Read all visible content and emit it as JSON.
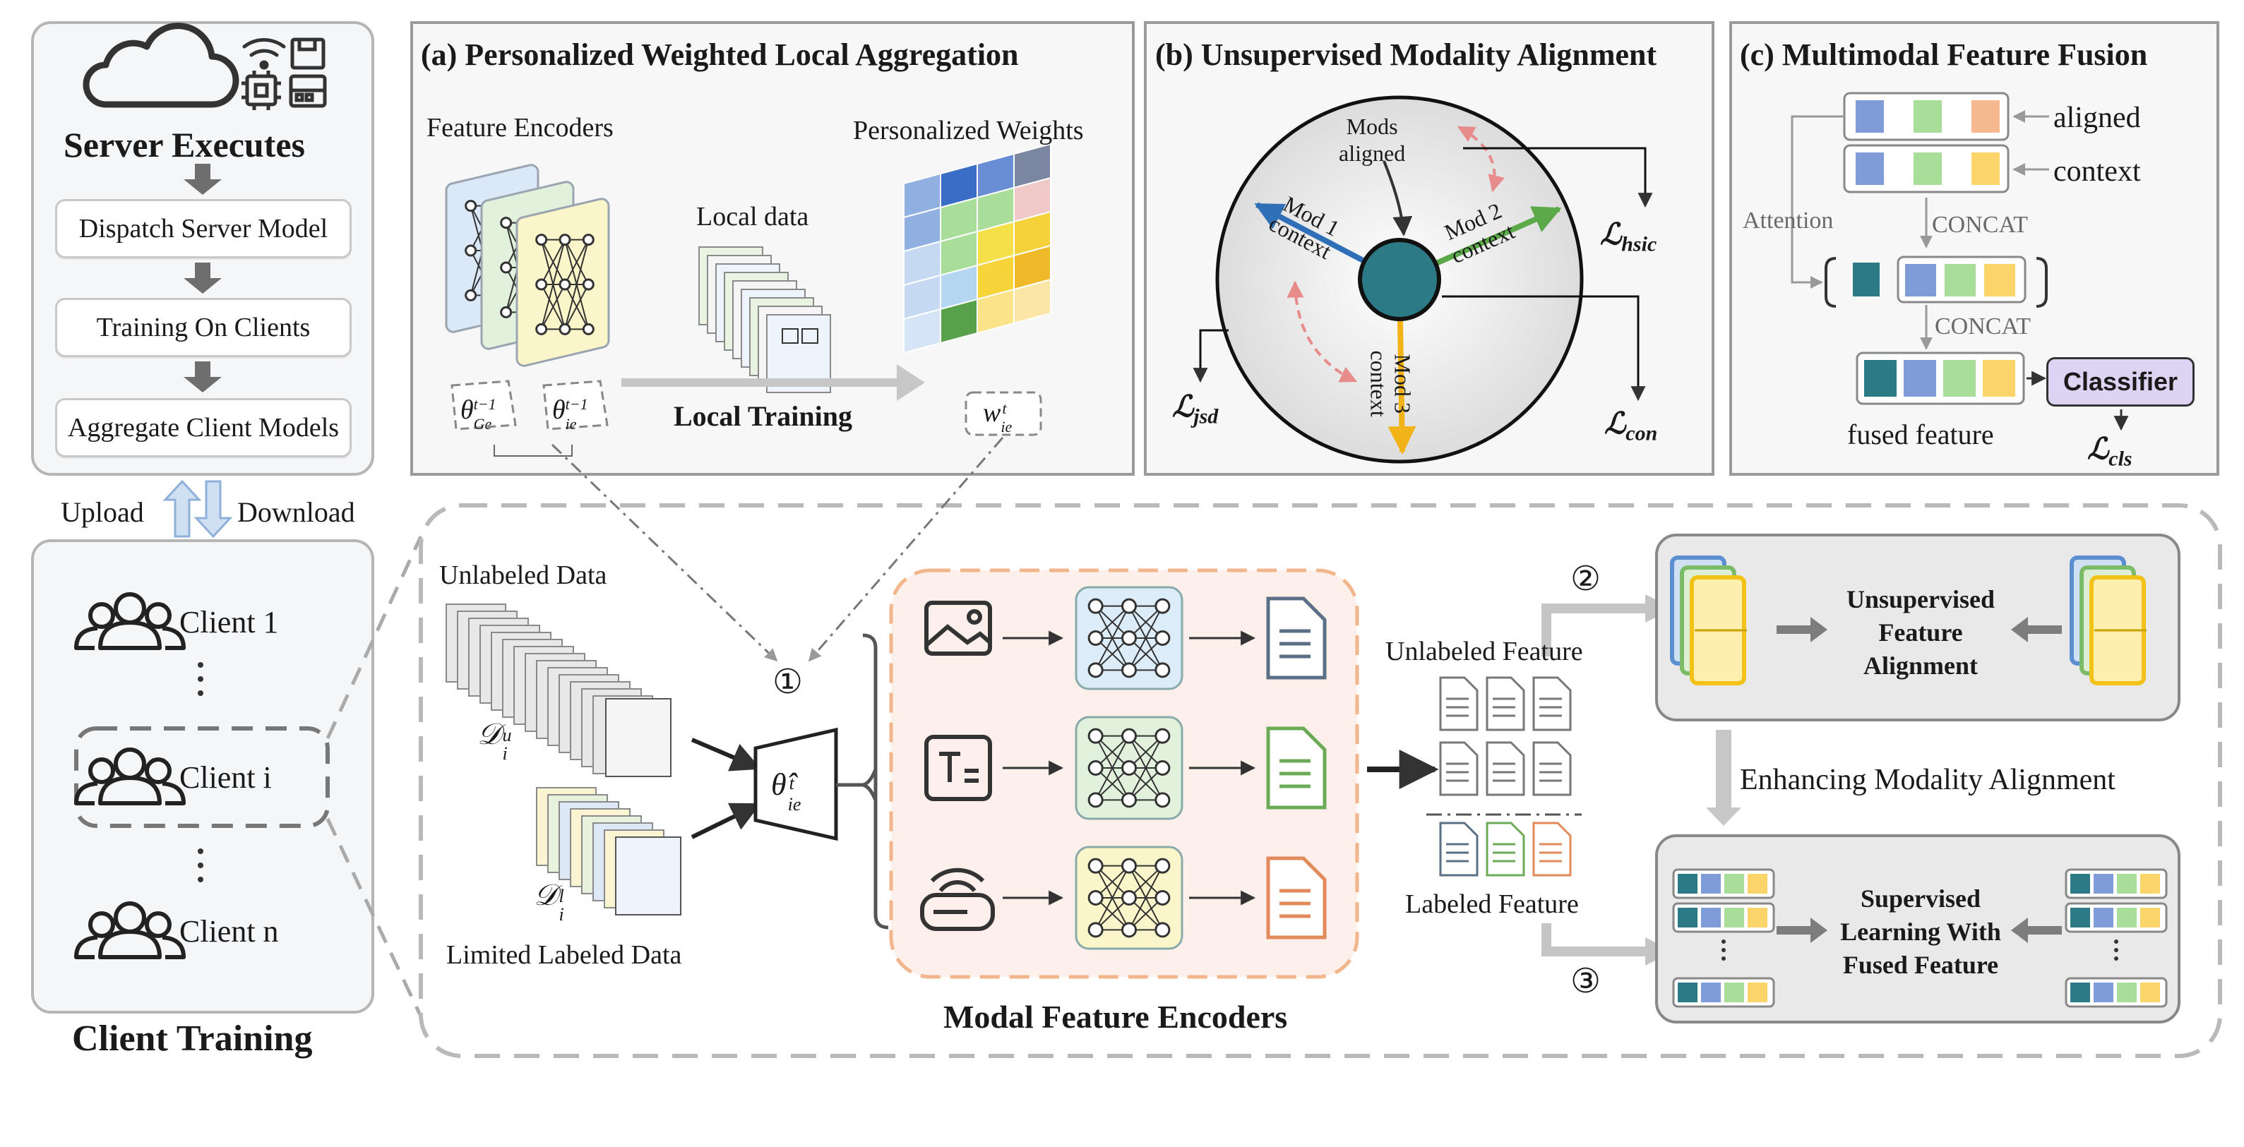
{
  "server": {
    "title": "Server Executes",
    "steps": [
      "Dispatch Server Model",
      "Training On Clients",
      "Aggregate Client Models"
    ],
    "upload": "Upload",
    "download": "Download"
  },
  "clients": {
    "items": [
      "Client 1",
      "Client i",
      "Client n"
    ],
    "title": "Client Training"
  },
  "panel_a": {
    "title": "(a) Personalized Weighted Local Aggregation",
    "encoders_label": "Feature Encoders",
    "local_data_label": "Local data",
    "weights_label": "Personalized Weights",
    "local_training": "Local Training",
    "theta_ge": "θ",
    "theta_ge_sup": "t−1",
    "theta_ge_sub": "Ge",
    "theta_ie": "θ",
    "theta_ie_sup": "t−1",
    "theta_ie_sub": "ie",
    "w_ie": "w",
    "w_sup": "t",
    "w_sub": "ie"
  },
  "panel_b": {
    "title": "(b) Unsupervised Modality Alignment",
    "mods_aligned": "Mods\naligned",
    "mod1": "Mod 1\ncontext",
    "mod2": "Mod 2\ncontext",
    "mod3": "Mod 3\ncontext",
    "l_hsic": "hsic",
    "l_jsd": "jsd",
    "l_con": "con",
    "l_symbol": "ℒ"
  },
  "panel_c": {
    "title": "(c) Multimodal Feature Fusion",
    "aligned": "aligned",
    "context": "context",
    "attention": "Attention",
    "concat1": "CONCAT",
    "concat2": "CONCAT",
    "classifier": "Classifier",
    "fused": "fused feature",
    "l_cls": "cls",
    "l_symbol": "ℒ"
  },
  "bottom": {
    "unlabeled_data": "Unlabeled Data",
    "limited_labeled": "Limited Labeled Data",
    "d_u": "𝒟",
    "d_u_sup": "u",
    "d_u_sub": "i",
    "d_l": "𝒟",
    "d_l_sup": "l",
    "d_l_sub": "i",
    "theta_hat": "θ̂",
    "theta_hat_sup": "t",
    "theta_hat_sub": "ie",
    "encoders_title": "Modal Feature Encoders",
    "unlabeled_feature": "Unlabeled Feature",
    "labeled_feature": "Labeled Feature",
    "step1": "①",
    "step2": "②",
    "step3": "③",
    "ufa": "Unsupervised\nFeature\nAlignment",
    "enhancing": "Enhancing Modality Alignment",
    "slff": "Supervised\nLearning With\nFused Feature"
  },
  "colors": {
    "teal": "#2b7a86",
    "blue": "#7f9bd8",
    "green": "#a9dd9a",
    "orange": "#f6b88e",
    "yellow": "#fcd56a",
    "mod1": "#2f6fb8",
    "mod2": "#5ca94a",
    "mod3": "#f2b318",
    "pink": "#e88b8b",
    "classifier_bg": "#ddd3f3"
  }
}
